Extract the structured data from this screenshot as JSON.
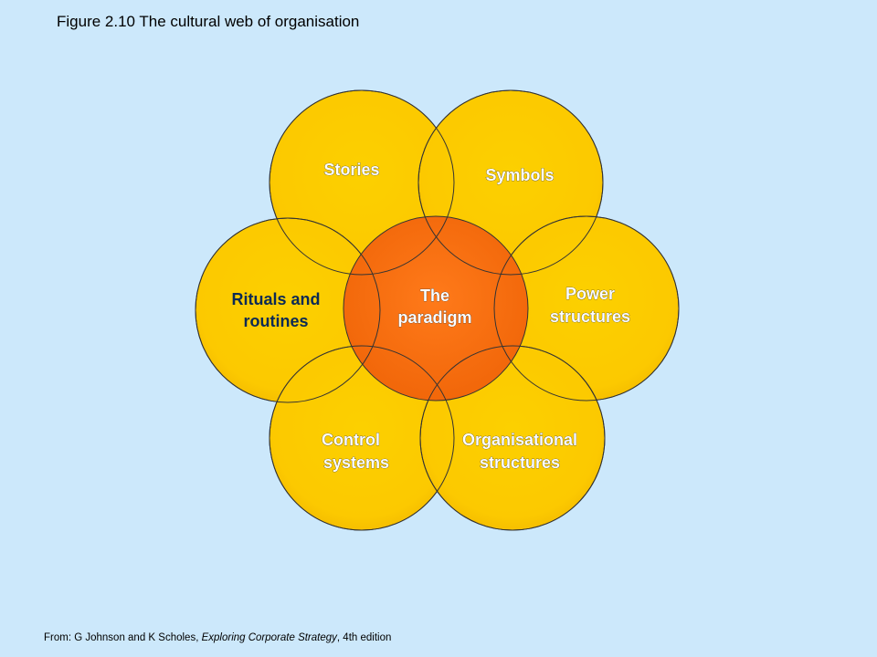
{
  "title": "Figure 2.10 The cultural web of organisation",
  "source": {
    "prefix": "From: G Johnson and K Scholes, ",
    "book": "Exploring Corporate Strategy",
    "suffix": ", 4th edition"
  },
  "center": {
    "line1": "The",
    "line2": "paradigm"
  },
  "petals": {
    "stories": {
      "line1": "Stories"
    },
    "symbols": {
      "line1": "Symbols"
    },
    "rituals": {
      "line1": "Rituals and",
      "line2": "routines"
    },
    "power": {
      "line1": "Power",
      "line2": "structures"
    },
    "control": {
      "line1": "Control",
      "line2": "systems"
    },
    "organisational": {
      "line1": "Organisational",
      "line2": "structures"
    }
  },
  "colors": {
    "background": "#cce8fb",
    "petal": "#fcc900",
    "center": "#f26d10",
    "outline": "#333333"
  }
}
